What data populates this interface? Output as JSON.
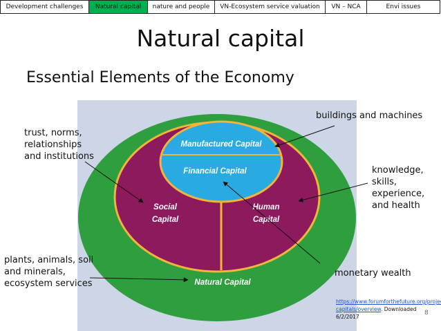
{
  "tabs": [
    {
      "label": "Development challenges",
      "active": false
    },
    {
      "label": "Natural capital",
      "active": true
    },
    {
      "label": "nature and people",
      "active": false
    },
    {
      "label": "VN-Ecosystem service valuation",
      "active": false
    },
    {
      "label": "VN – NCA",
      "active": false
    },
    {
      "label": "Envi issues",
      "active": false
    }
  ],
  "page_title": "Natural capital",
  "subtitle": "Essential Elements of the Economy",
  "diagram": {
    "manufactured": "Manufactured Capital",
    "financial": "Financial Capital",
    "social_1": "Social",
    "social_2": "Capital",
    "human_1": "Human",
    "human_2": "Capital",
    "natural": "Natural Capital"
  },
  "annotations": {
    "trust": [
      "trust, norms,",
      "relationships",
      "and institutions"
    ],
    "buildings": "buildings and machines",
    "knowledge": [
      "knowledge,",
      "skills,",
      "experience,",
      "and health"
    ],
    "plants": [
      "plants, animals, soil",
      "and minerals,",
      "ecosystem services"
    ],
    "monetary": "monetary wealth"
  },
  "source": {
    "link": "https://www.forumforthefuture.org/project/five-capitals/overview",
    "suffix": ". Downloaded 6/2/2017"
  },
  "page_number": "8",
  "colors": {
    "green": "#2e9e3e",
    "maroon": "#8e1a5e",
    "blue": "#29abe2",
    "gold": "#f2b43a",
    "active_tab": "#00b050"
  }
}
